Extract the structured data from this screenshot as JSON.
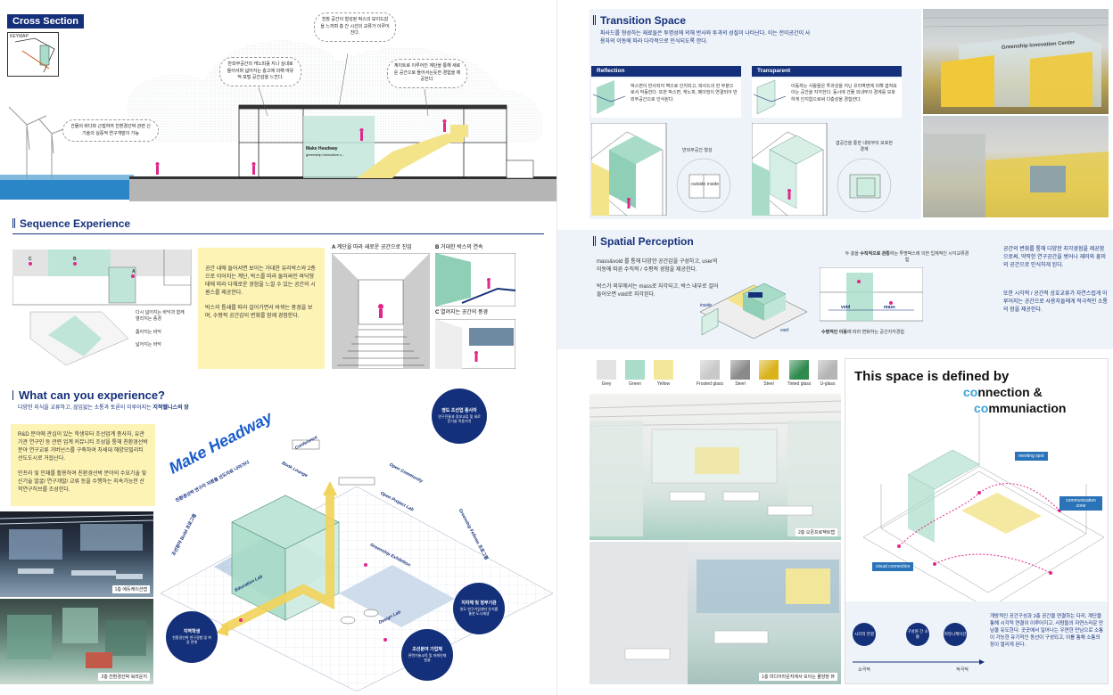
{
  "left": {
    "cross_section": {
      "title": "Cross Section",
      "keymap": "KEYMAP",
      "cloud1": "천창 공간이 형성된 박스의 보이드감을 느끼며 층 간 시선의 교류가 이루어진다.",
      "cloud2": "반외부공간의 캐노피를 지나 실내로 들어서며 넓어지는 층고에 의해 여유적 포털 공간감을 느낀다.",
      "cloud3": "계이트로 이루어진 계단을 통해 새로운 공간으로 들어서는듯한 경험을 제공한다.",
      "cloud4": "건물의 바다와 근접하여 친환경선박 관련 신기술의 실증적 연구개발이 가능",
      "building_sign": "Make Headway",
      "building_sign_sub": "greenship innovation c..."
    },
    "sequence": {
      "title": "Sequence Experience",
      "label_a": "A",
      "label_b": "B",
      "label_c": "C",
      "note1": "다시 넓어지는 바닥과 함께 열리지는 풍경",
      "note2": "좁아지는 바닥",
      "note3": "넓어지는 바닥",
      "desc1": "공간 내에 들어서면 보이는 거대한 유리박스와 2층으로 이어지는 계단, 박스를 따라 둘러싸인 바닥형태에 따라 다채로운 경험을 느낄 수 있는 공간의 시퀀스를 제공한다.",
      "desc2": "박스의 틈새를 따라 걸어가면서 바뀌는 풍경을 보며, 수평적 공간감의 변화를 함께 경험한다.",
      "panel_a": "계단을 따라 새로운 공간으로 진입",
      "panel_b": "거대한 박스의 연속",
      "panel_c": "열려지는 공간의 풍경",
      "panel_a_letter": "A",
      "panel_b_letter": "B",
      "panel_c_letter": "C"
    },
    "what": {
      "title": "What can you experience?",
      "subtitle_plain": "다양한 지식을 교류하고, 끊임없는 소통과 토론이 이루어지는 ",
      "subtitle_bold": "지적헬니스의 장",
      "para1": "R&D 분야에 관심이 있는 학생부터 조선업계 종사자, 유관기관 연구인 등 관련 업계 커뮤니티 조성을 통해 친환경선박분야 연구교류 거버넌스를 구축하여 차세대 해양모빌리티 선도도시로 거듭난다.",
      "para2": "인프라 및 인재를 활용하여 친환경선박 분야의 수요기술 및 신기술 발굴/ 연구개발/ 교류 등을 수행하는 지속가능한 산학연구허브를 조성한다.",
      "photo1_caption": "1층 에듀케이션랩",
      "photo2_caption": "2층 친환경선박 북라운지",
      "diagram_title": "Make Headway",
      "diagram_sub": "친환경선박 연구자 자원을 선도자로 나아가다",
      "tag1": "영도 조선업 종사자",
      "tag1_sub": "연구진들과 정보교류 및 새로운기술 적용가치",
      "tag2": "지역학생",
      "tag2_sub": "친환경선박 연구경험 및 취업 연계",
      "tag3": "지자체 및 정부기관",
      "tag3_sub": "영도 연구기업센터 유치를 통한 도시재생",
      "tag4": "조선분야 기업체",
      "tag4_sub": "관련기술교육 및 미래인재발굴",
      "zone1": "Conference",
      "zone2": "Open Community",
      "zone3": "Open Project Lab",
      "zone4": "Education Lab",
      "zone5": "Design Lab",
      "zone6": "Greenship Exhibition",
      "zone7": "Book Lounge",
      "side_label1": "조선분야 Build 프로그램",
      "side_label2": "Greenship Fellows 프로그램"
    }
  },
  "right": {
    "transition": {
      "title": "Transition Space",
      "desc": "파사드를 형성하는 재료들은 투명성에 의해 반사와 투과의 성질이 나타난다. 이는 전이공간이 사용자의 이동에 따라 다각적으로 인식되도록 한다.",
      "reflection_title": "Reflection",
      "reflection_desc": "박스면이 반사되어 벽으로 인지되고, 파사드의 한 부분으로서 작동한다. 또한 박스면, 캐노피, 페이빙이 연결되어 반외부공간으로 인식된다.",
      "transparent_title": "Transparent",
      "transparent_desc": "이동하는 사람들은 투과성을 지닌 유리벽면에 의해 겹쳐보이는 공간을 지각한다. 동시에 건물 외내부의 경계를 모호하게 인지함으로써 다층성을 경험한다.",
      "label_half_outside": "반외부공간 형성",
      "label_outside": "outside",
      "label_inside": "inside",
      "label_overlap": "겹공간을 통한 내외부의 모호한 경계",
      "photo_sign": "Greenship Innovation Center"
    },
    "perception": {
      "title": "Spatial Perception",
      "desc1": "mass&void 를 통해 다양한 공간감을 구성하고, user의 이동에 따른 수직적 / 수평적 경험을 제공한다.",
      "desc2": "박스가 외부에서는 mass로 지각되고, 박스 내부로 걸어들어오면 void로 지각된다.",
      "label_top_plain": "두 층을 ",
      "label_top_bold": "수직적으로 관통",
      "label_top_rest": "하는 투명박스에 의한 입체적인 시각교류경험",
      "label_void": "void",
      "label_mass": "mass",
      "label_inside": "inside",
      "label_void2": "void",
      "label_bottom_bold": "수평적인 이동",
      "label_bottom_rest": "에 따라 변화하는 공간지각경험",
      "right_desc1": "공간의 변화를 통해 다양한 지각경험을 제공함으로써, 딱딱한 연구공간을 벗어나 재미와 흥미의 공간으로 인식하게 된다.",
      "right_desc2": "또한 시각적 / 공간적 상호교류가 자연스럽게 이루어지는 공간으로 사용자들에게 적극적인 소통의 장을 제공한다."
    },
    "materials": [
      {
        "name": "Grey",
        "color": "#e3e3e3"
      },
      {
        "name": "Green",
        "color": "#a9dcc9"
      },
      {
        "name": "Yellow",
        "color": "#f1e69a"
      },
      {
        "name": "Frosted glass",
        "color": "#c9c9c9"
      },
      {
        "name": "Steel",
        "color": "#8a8a8a"
      },
      {
        "name": "Steel",
        "color": "#d9b21c"
      },
      {
        "name": "Tinted glass",
        "color": "#2f8a4e"
      },
      {
        "name": "U-glass",
        "color": "#b5b5b5"
      }
    ],
    "photo_caption1": "2층 오픈프로젝트랩",
    "photo_caption2": "1층 미디어라운지에서 보이는 물양장 뷰",
    "connection": {
      "heading1": "This space is defined by",
      "heading2_prefix": "co",
      "heading2_rest": "nnection &",
      "heading3_prefix": "co",
      "heading3_rest": "mmuniaction",
      "tag_meeting": "meeting spot",
      "tag_communication": "communication zone",
      "tag_visual": "visual connection",
      "desc": "개방적인 공간구성과 2층 공간을 연결하는 다리, 계단을 통해 시각적 연결이 이루어지고, 사람들의 자연스러운 만남을 유도한다. 곳곳에서 일어나는 우연한 만남으로 소통이 가능한 유기적인 동선이 구성되고, 이를 통해 소통의 장이 열리게 된다.",
      "pill1": "시각적 연결",
      "pill2": "구성원 간 소통",
      "pill3": "커뮤니케이션",
      "axis_left": "소극적",
      "axis_right": "적극적"
    }
  }
}
